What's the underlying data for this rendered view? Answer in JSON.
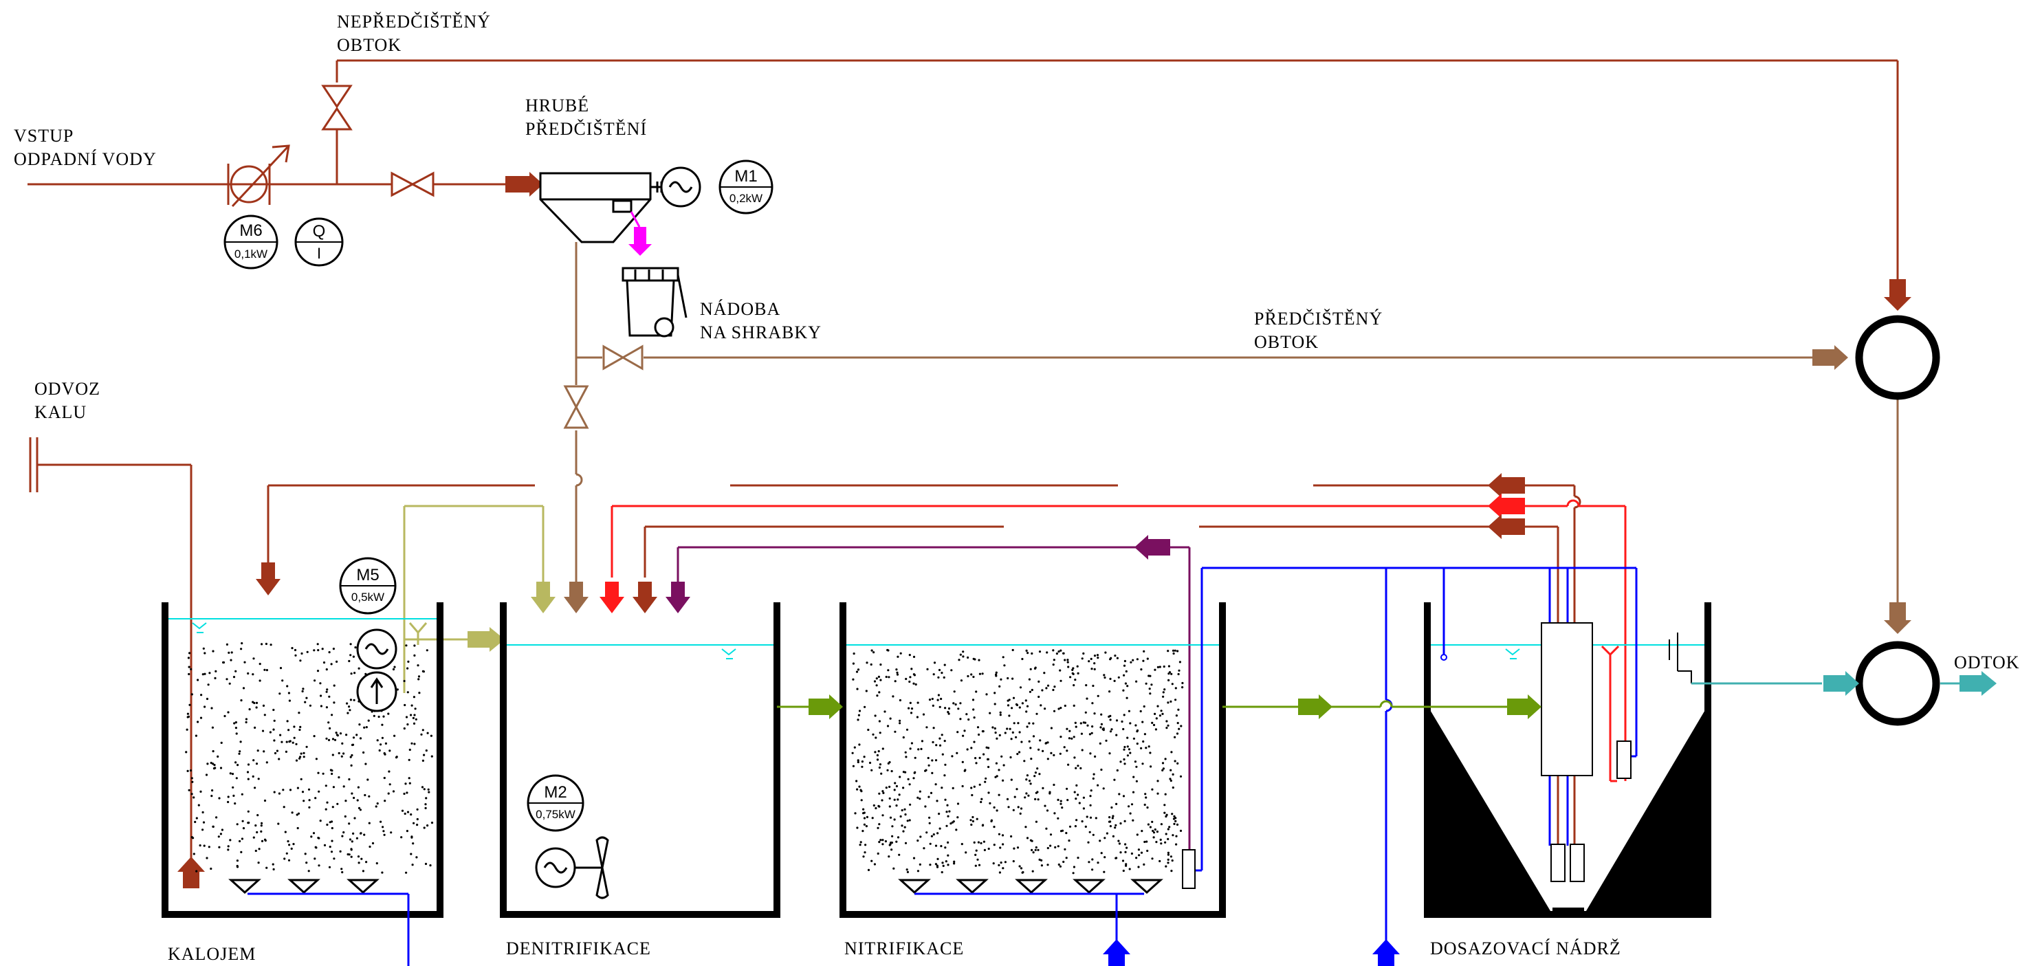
{
  "labels": {
    "inlet_line1": "VSTUP",
    "inlet_line2": "ODPADNÍ  VODY",
    "bypass_raw_line1": "NEPŘEDČIŠTĚNÝ",
    "bypass_raw_line2": "OBTOK",
    "screen_line1": "HRUBÉ",
    "screen_line2": "PŘEDČIŠTĚNÍ",
    "bin_line1": "NÁDOBA",
    "bin_line2": "NA  SHRABKY",
    "bypass_pre_line1": "PŘEDČIŠTĚNÝ",
    "bypass_pre_line2": "OBTOK",
    "sludge_line1": "ODVOZ",
    "sludge_line2": "KALU",
    "outlet": "ODTOK",
    "tank_sludge": "KALOJEM",
    "tank_denitri": "DENITRIFIKACE",
    "tank_nitri": "NITRIFIKACE",
    "tank_dosing": "DOSAZOVACÍ  NÁDRŽ"
  },
  "motors": {
    "m1": {
      "name": "M1",
      "power": "0,2kW"
    },
    "m2": {
      "name": "M2",
      "power": "0,75kW"
    },
    "m5": {
      "name": "M5",
      "power": "0,5kW"
    },
    "m6": {
      "name": "M6",
      "power": "0,1kW"
    }
  },
  "flowmeter": {
    "top": "Q",
    "bottom": "I"
  },
  "colors": {
    "raw_water": "#a0341a",
    "pretreated": "#9a6a48",
    "recirculation": "#ff1a1a",
    "return_sludge": "#7a1060",
    "air": "#0000ff",
    "screenings": "#ff00ff",
    "process_flow": "#6a9a0a",
    "effluent": "#40b0b0",
    "sludge_line": "#b8b860",
    "water_level": "#00e0e0"
  }
}
